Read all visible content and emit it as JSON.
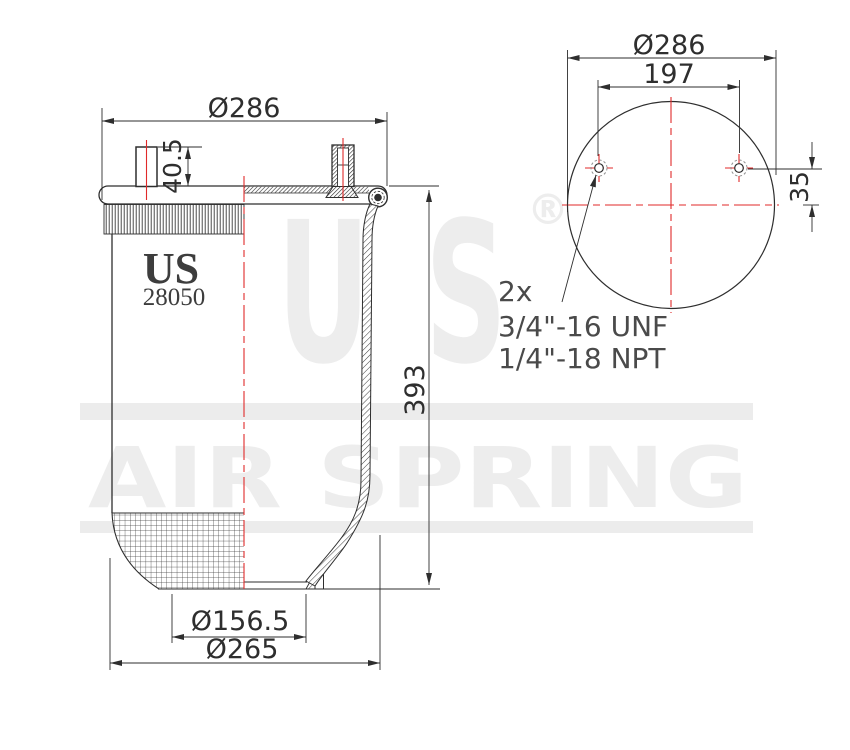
{
  "side_view": {
    "dim_top_plate_diameter": "Ø286",
    "dim_stud_height": "40.5",
    "dim_overall_height": "393",
    "dim_bottom_inner_diameter": "Ø156.5",
    "dim_bottom_outer_diameter": "Ø265",
    "part_label": {
      "brand": "US",
      "number": "28050"
    }
  },
  "top_view": {
    "dim_plate_diameter": "Ø286",
    "dim_stud_spacing": "197",
    "dim_stud_offset_from_center": "35",
    "callout": {
      "quantity": "2x",
      "line1": "3/4\"-16 UNF",
      "line2": "1/4\"-18 NPT"
    }
  },
  "watermark": {
    "letters": [
      "U",
      "S"
    ],
    "registered_symbol": "®",
    "banner_text": "AIR SPRING"
  },
  "colors": {
    "line": "#2e2e2e",
    "centerline": "#e02a2a",
    "watermark": "#ededed",
    "note_text": "#4a4a4a"
  }
}
